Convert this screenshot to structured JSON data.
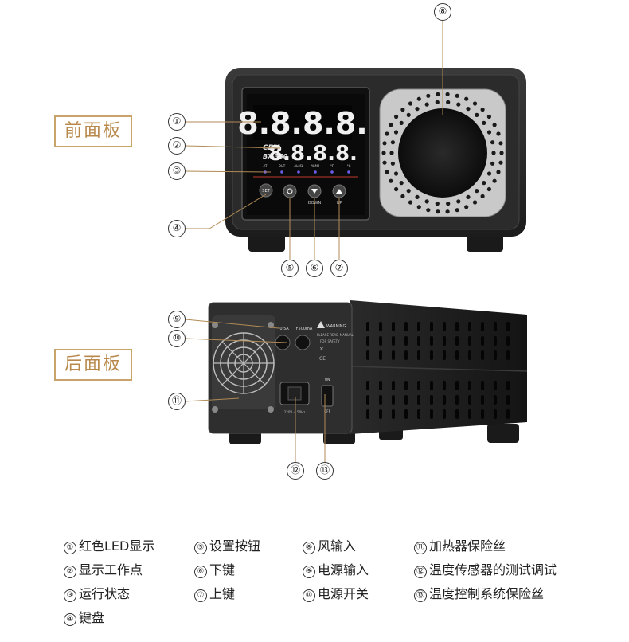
{
  "panels": {
    "front_label": "前面板",
    "back_label": "后面板"
  },
  "device": {
    "brand": "CEM",
    "model": "BX-350",
    "display_top": "8.8.8.8.",
    "display_bottom": "8.8.8.8.",
    "indicators": [
      "AT",
      "OUT",
      "ALM1",
      "ALM2",
      "°F",
      "°C"
    ],
    "buttons": [
      "SET",
      "DOWN",
      "UP"
    ],
    "rear_fuse_left": "0.5A",
    "rear_fuse_right": "F500mA",
    "warning_title": "WARNING",
    "warning_line1": "PLEASE READ MANUAL",
    "warning_line2": "FOR SAFETY",
    "switch_on": "ON",
    "switch_off": "OFF",
    "power_rating": "220V ~ 50Hz"
  },
  "callouts": [
    "①",
    "②",
    "③",
    "④",
    "⑤",
    "⑥",
    "⑦",
    "⑧",
    "⑨",
    "⑩",
    "⑪",
    "⑫",
    "⑬"
  ],
  "legend": [
    {
      "num": "①",
      "text": "红色LED显示"
    },
    {
      "num": "②",
      "text": "显示工作点"
    },
    {
      "num": "③",
      "text": "运行状态"
    },
    {
      "num": "④",
      "text": "键盘"
    },
    {
      "num": "⑤",
      "text": "设置按钮"
    },
    {
      "num": "⑥",
      "text": "下键"
    },
    {
      "num": "⑦",
      "text": "上键"
    },
    {
      "num": "⑧",
      "text": "风输入"
    },
    {
      "num": "⑨",
      "text": "电源输入"
    },
    {
      "num": "⑩",
      "text": "电源开关"
    },
    {
      "num": "⑪",
      "text": "加热器保险丝"
    },
    {
      "num": "⑫",
      "text": "温度传感器的测试调试"
    },
    {
      "num": "⑬",
      "text": "温度控制系统保险丝"
    }
  ]
}
